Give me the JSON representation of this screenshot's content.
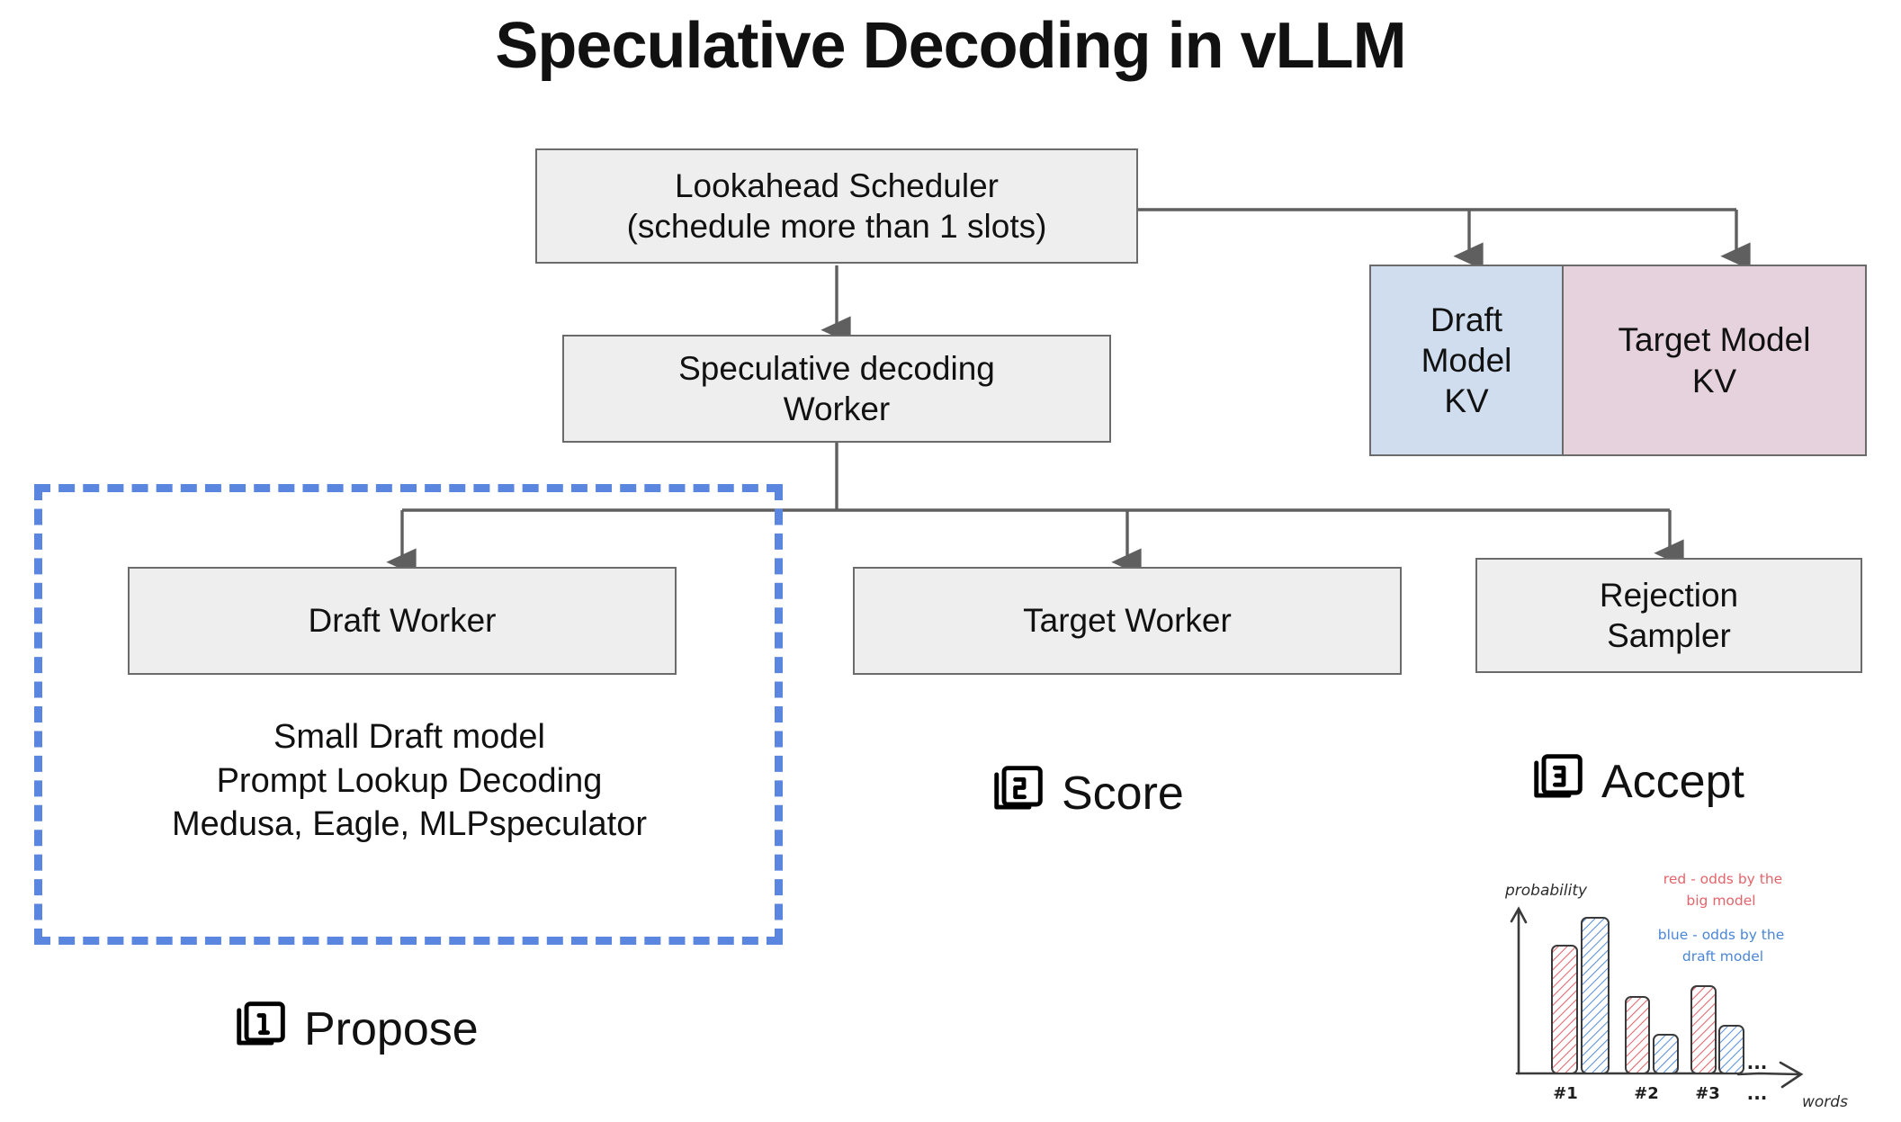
{
  "page": {
    "title": "Speculative Decoding in vLLM"
  },
  "colors": {
    "box_fill": "#eeeeee",
    "box_stroke": "#6b6b6b",
    "draft_kv_fill": "#cfddee",
    "target_kv_fill": "#e6d2dd",
    "dashed_group": "#5b86e0",
    "red": "#e3656b",
    "blue": "#5b8fd8",
    "ink": "#3a3a3a"
  },
  "boxes": [
    {
      "id": "lookahead-scheduler",
      "label": "Lookahead Scheduler\n(schedule more than 1 slots)"
    },
    {
      "id": "speculative-decoding-worker",
      "label": "Speculative decoding\nWorker"
    },
    {
      "id": "draft-model-kv",
      "label": "Draft\nModel\nKV"
    },
    {
      "id": "target-model-kv",
      "label": "Target Model\nKV"
    },
    {
      "id": "draft-worker",
      "label": "Draft Worker"
    },
    {
      "id": "target-worker",
      "label": "Target Worker"
    },
    {
      "id": "rejection-sampler",
      "label": "Rejection\nSampler"
    }
  ],
  "draft_group_note": "Small Draft model\nPrompt Lookup Decoding\nMedusa, Eagle, MLPspeculator",
  "steps": [
    {
      "number": "1",
      "label": "Propose",
      "icon": "counter-one-icon"
    },
    {
      "number": "2",
      "label": "Score",
      "icon": "counter-two-icon"
    },
    {
      "number": "3",
      "label": "Accept",
      "icon": "counter-three-icon"
    }
  ],
  "chart_data": {
    "type": "bar",
    "title": "",
    "xlabel": "words",
    "ylabel": "probability",
    "categories": [
      "#1",
      "#2",
      "#3",
      "..."
    ],
    "series": [
      {
        "name": "red - odds by the big model",
        "color": "#e3656b",
        "values": [
          0.73,
          0.44,
          0.5,
          null
        ]
      },
      {
        "name": "blue - odds by the draft model",
        "color": "#5b8fd8",
        "values": [
          0.88,
          0.22,
          0.3,
          null
        ]
      }
    ],
    "ylim": [
      0,
      1
    ],
    "grid": false,
    "legend_position": "top-right",
    "annotations": [
      {
        "text": "red - odds by the\nbig model",
        "color": "#e3656b"
      },
      {
        "text": "blue - odds by the\ndraft model",
        "color": "#5b8fd8"
      }
    ],
    "ellipsis": "...",
    "style": "hand-drawn hatched bars"
  }
}
